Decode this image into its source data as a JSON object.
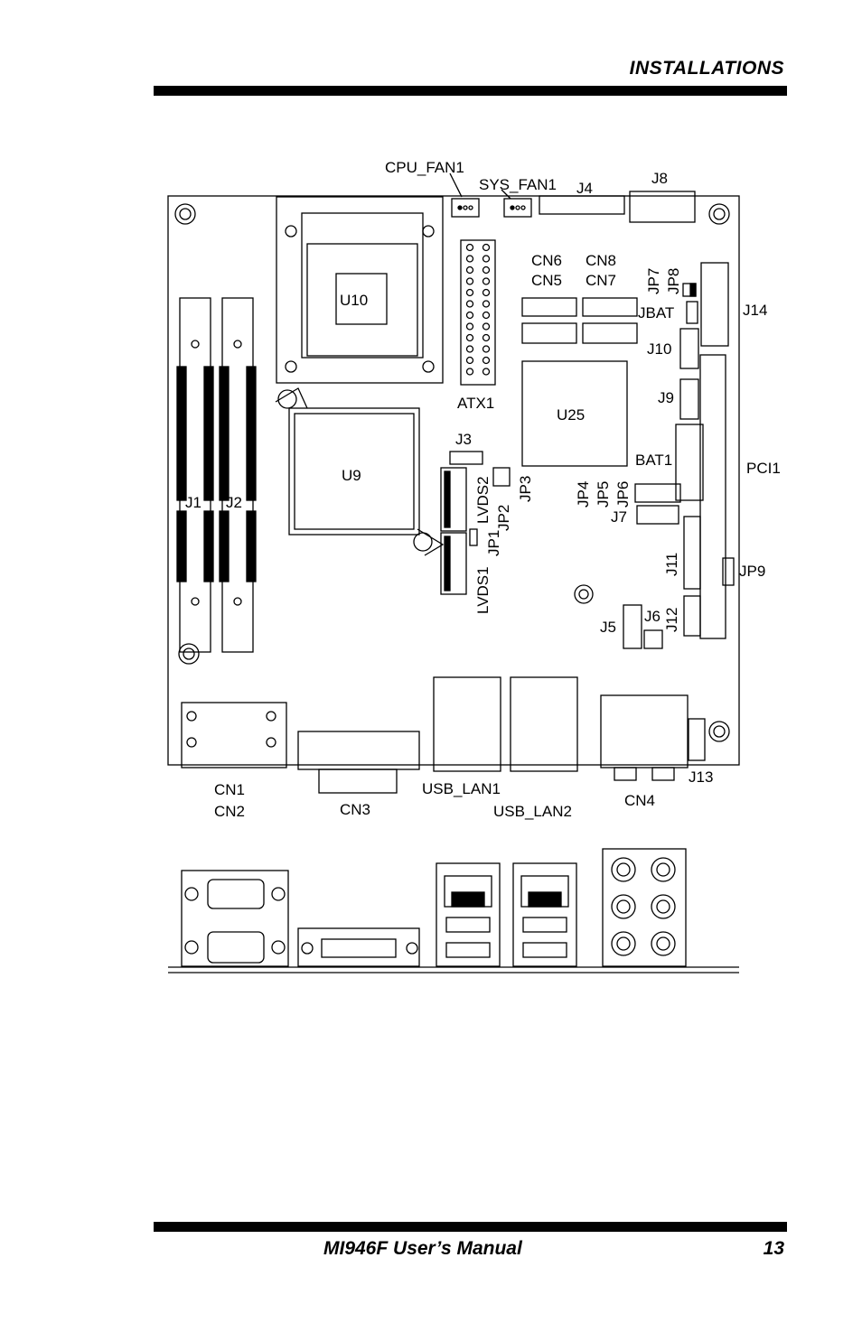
{
  "header": {
    "section_title": "INSTALLATIONS"
  },
  "footer": {
    "manual_title": "MI946F User’s Manual",
    "page_number": "13"
  },
  "board_labels": {
    "cpu_fan1": "CPU_FAN1",
    "sys_fan1": "SYS_FAN1",
    "j4": "J4",
    "j8": "J8",
    "u10": "U10",
    "u9": "U9",
    "u25": "U25",
    "atx1": "ATX1",
    "cn6": "CN6",
    "cn5": "CN5",
    "cn8": "CN8",
    "cn7": "CN7",
    "jp7": "JP7",
    "jp8": "JP8",
    "jbat": "JBAT",
    "j14": "J14",
    "j10": "J10",
    "j9": "J9",
    "bat1": "BAT1",
    "pci1": "PCI1",
    "j3": "J3",
    "lvds2": "LVDS2",
    "jp2": "JP2",
    "jp3": "JP3",
    "lvds1": "LVDS1",
    "jp1": "JP1",
    "jp4": "JP4",
    "jp5": "JP5",
    "jp6": "JP6",
    "j7": "J7",
    "j11": "J11",
    "jp9": "JP9",
    "j12": "J12",
    "j5": "J5",
    "j6": "J6",
    "j1": "J1",
    "j2": "J2",
    "cn1": "CN1",
    "cn2": "CN2",
    "cn3": "CN3",
    "usb_lan1": "USB_LAN1",
    "usb_lan2": "USB_LAN2",
    "cn4": "CN4",
    "j13": "J13"
  }
}
